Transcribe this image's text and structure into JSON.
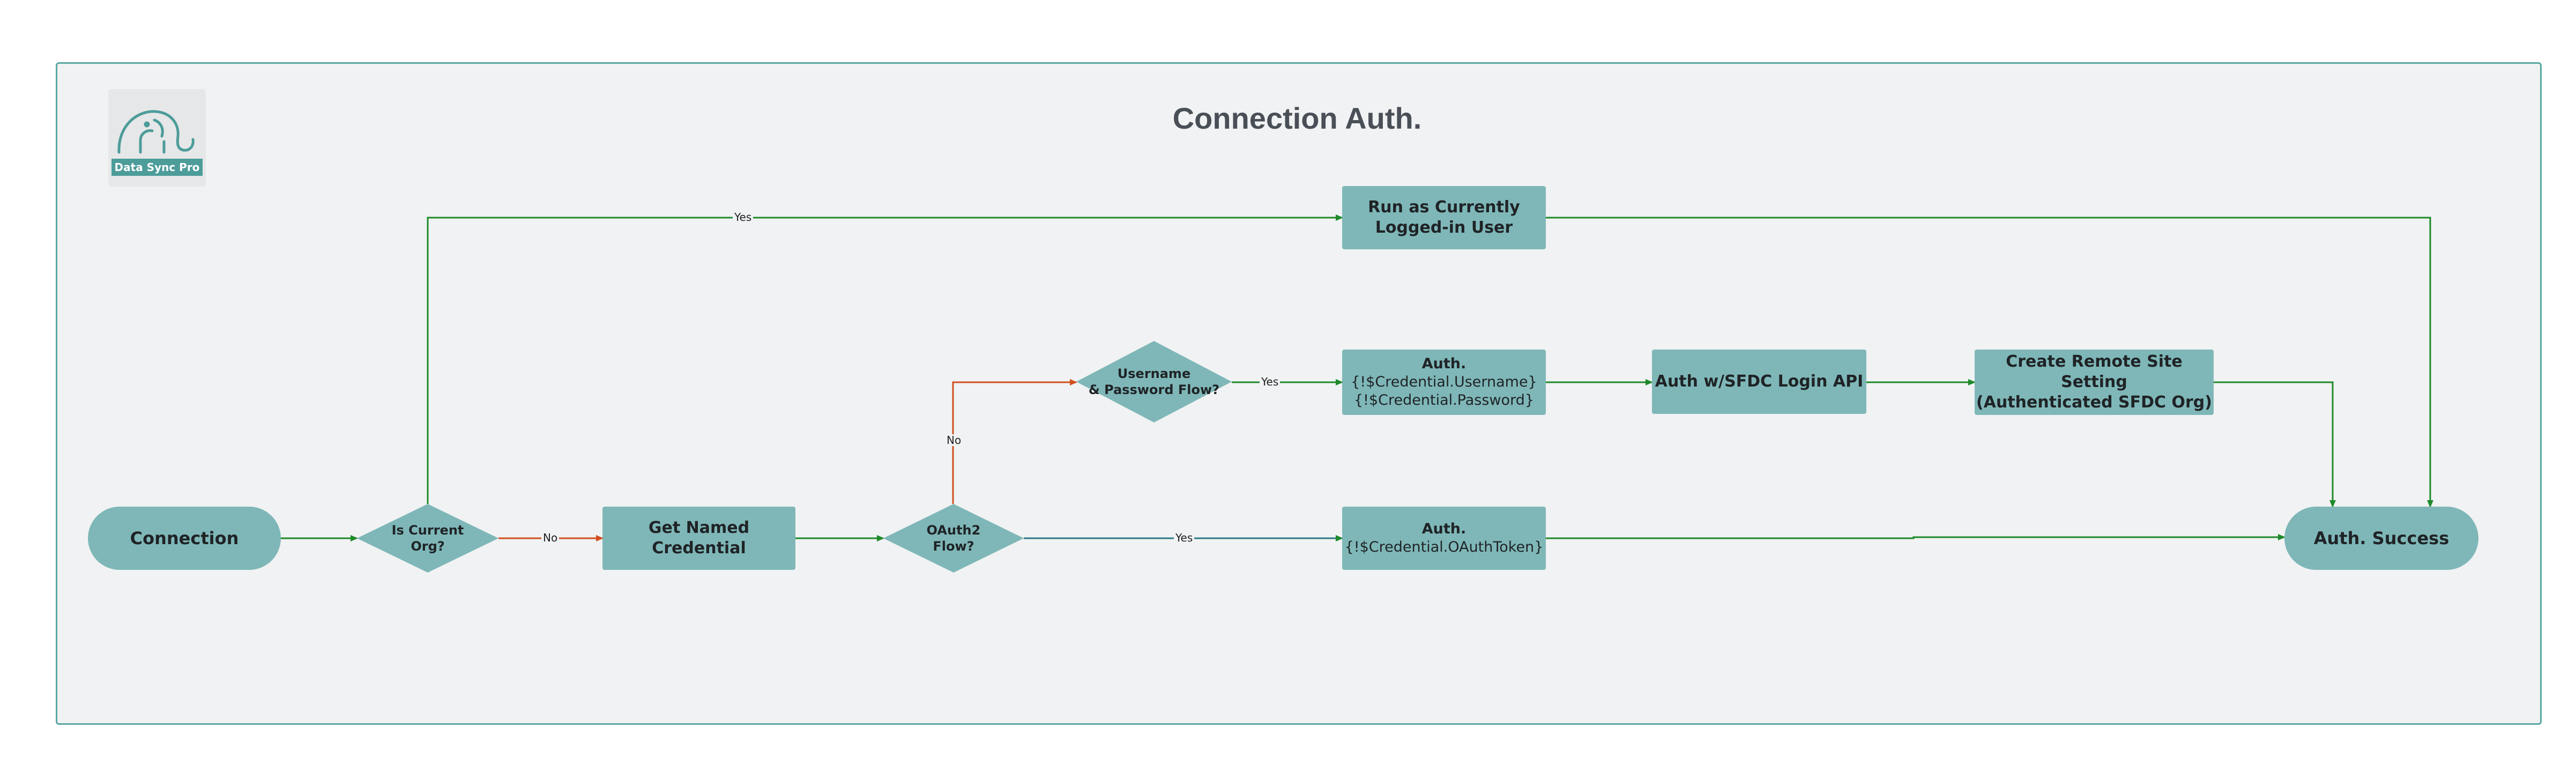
{
  "title": "Connection Auth.",
  "logo": {
    "label": "Data Sync Pro",
    "icon": "elephant-icon"
  },
  "colors": {
    "frame_border": "#5aa8a4",
    "node_fill": "#7fb7b8",
    "yes_edge": "#1e8a2a",
    "no_edge": "#d0501e",
    "oauth_edge": "#2f7a8a"
  },
  "nodes": {
    "connection": "Connection",
    "is_current_org": "Is Current\nOrg?",
    "get_named_credential": "Get Named Credential",
    "oauth2_flow": "OAuth2\nFlow?",
    "username_password_flow": "Username\n& Password Flow?",
    "run_as_current_user": "Run as Currently\nLogged-in User",
    "auth_username_head": "Auth.",
    "auth_username_l1": "{!$Credential.Username}",
    "auth_username_l2": "{!$Credential.Password}",
    "auth_sfdc_login": "Auth w/SFDC Login API",
    "create_remote_site": "Create Remote Site Setting\n(Authenticated SFDC Org)",
    "auth_oauth_head": "Auth.",
    "auth_oauth_l1": "{!$Credential.OAuthToken}",
    "auth_success": "Auth. Success"
  },
  "edge_labels": {
    "current_org_yes": "Yes",
    "current_org_no": "No",
    "oauth_no": "No",
    "oauth_yes": "Yes",
    "userpass_yes": "Yes"
  }
}
